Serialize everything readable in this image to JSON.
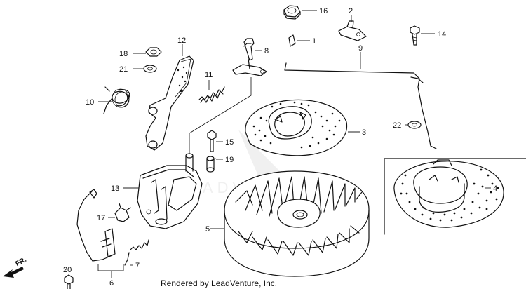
{
  "diagram": {
    "credit": "Rendered by LeadVenture, Inc.",
    "direction_marker": "FR.",
    "callouts": [
      "1",
      "2",
      "3",
      "4",
      "5",
      "6",
      "7",
      "8",
      "9",
      "10",
      "11",
      "12",
      "13",
      "14",
      "15",
      "16",
      "17",
      "18",
      "19",
      "20",
      "21",
      "22"
    ],
    "parts": {
      "p1": "pin",
      "p2": "bracket",
      "p3": "ignition-plate",
      "p4": "starter-pulley",
      "p5": "flywheel",
      "p6": "stop-wire-assembly",
      "p7": "spring",
      "p8": "governor-arm",
      "p9": "governor-rod",
      "p10": "torsion-spring",
      "p11": "governor-spring",
      "p12": "control-lever",
      "p13": "control-base",
      "p14": "bolt",
      "p15": "bolt",
      "p16": "nut",
      "p17": "clip",
      "p18": "washer",
      "p19": "collar",
      "p20": "screw",
      "p21": "washer",
      "p22": "washer"
    }
  }
}
